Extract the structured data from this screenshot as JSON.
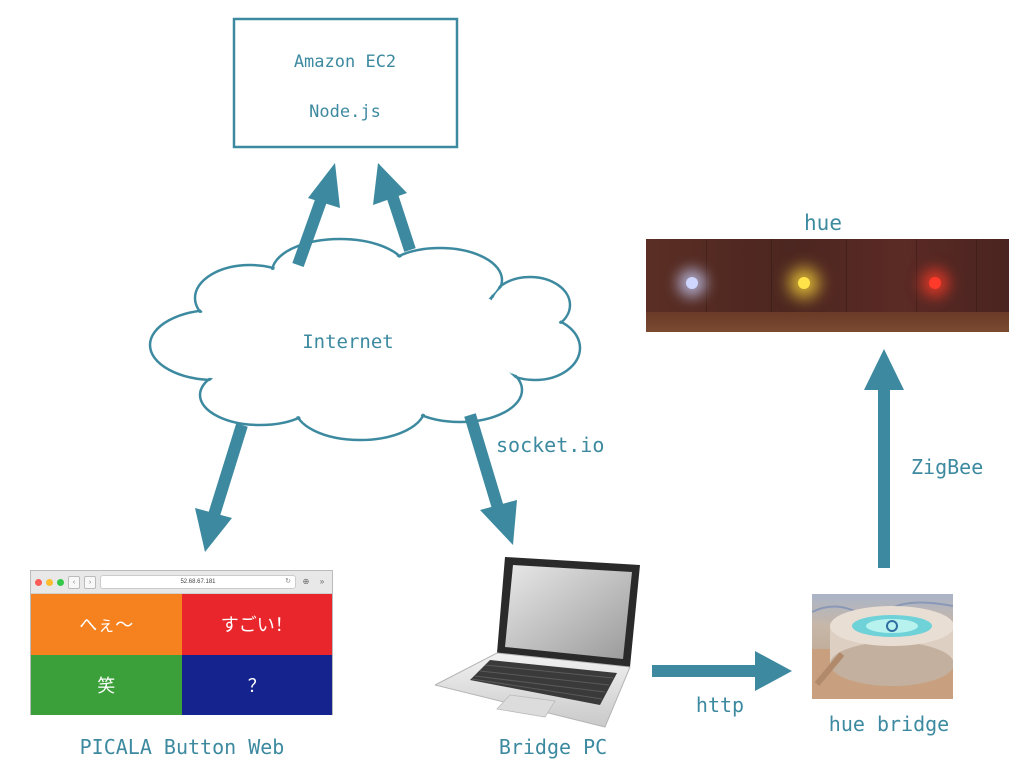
{
  "server": {
    "line1": "Amazon EC2",
    "line2": "Node.js"
  },
  "cloud_label": "Internet",
  "edges": {
    "socket": "socket.io",
    "http": "http",
    "zigbee": "ZigBee"
  },
  "nodes": {
    "web": "PICALA Button Web",
    "bridge_pc": "Bridge PC",
    "hue_bridge": "hue bridge",
    "hue": "hue"
  },
  "browser": {
    "url": "52.68.67.181"
  },
  "buttons": [
    {
      "label": "へぇ〜",
      "color": "#f5821f"
    },
    {
      "label": "すごい！",
      "color": "#e8262b"
    },
    {
      "label": "笑",
      "color": "#3ba03a"
    },
    {
      "label": "？",
      "color": "#14238e"
    }
  ],
  "bulbs": [
    {
      "color": "#cfd6ff"
    },
    {
      "color": "#ffe34a"
    },
    {
      "color": "#ff3a2a"
    }
  ],
  "colors": {
    "accent": "#3d8aa0"
  }
}
